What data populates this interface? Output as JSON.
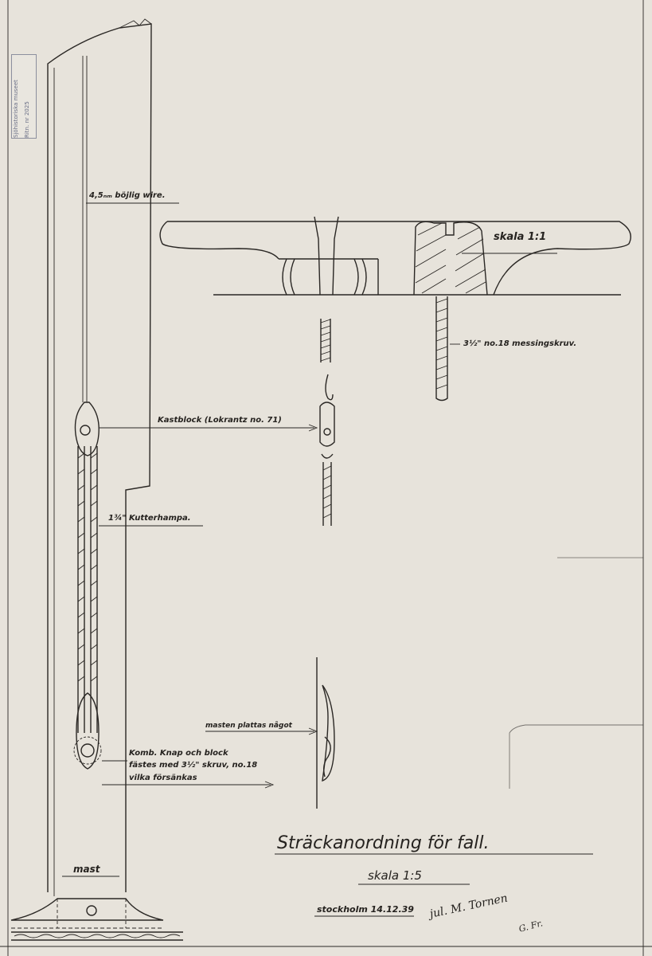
{
  "stamp": {
    "line1": "Sjöhistoriska museet",
    "line2": "Ritn. nr 2025"
  },
  "labels": {
    "wire": "4,5ₙₘ böjlig wire.",
    "scale_cleat": "skala 1:1",
    "screw_top": "3½\" no.18 messingskruv.",
    "kastblock": "Kastblock (Lokrantz no. 71)",
    "kutterhampa": "1¾\" Kutterhampa.",
    "masten": "masten plattas något",
    "komb_1": "Komb. Knap och block",
    "komb_2": "fästes med 3½\" skruv, no.18",
    "komb_3": "vilka försänkas",
    "mast": "mast"
  },
  "title": {
    "main": "Sträckanordning för fall.",
    "scale": "skala 1:5",
    "place_date": "stockholm 14.12.39",
    "signature": "jul. M. Tornen",
    "initials": "G. Fr."
  }
}
